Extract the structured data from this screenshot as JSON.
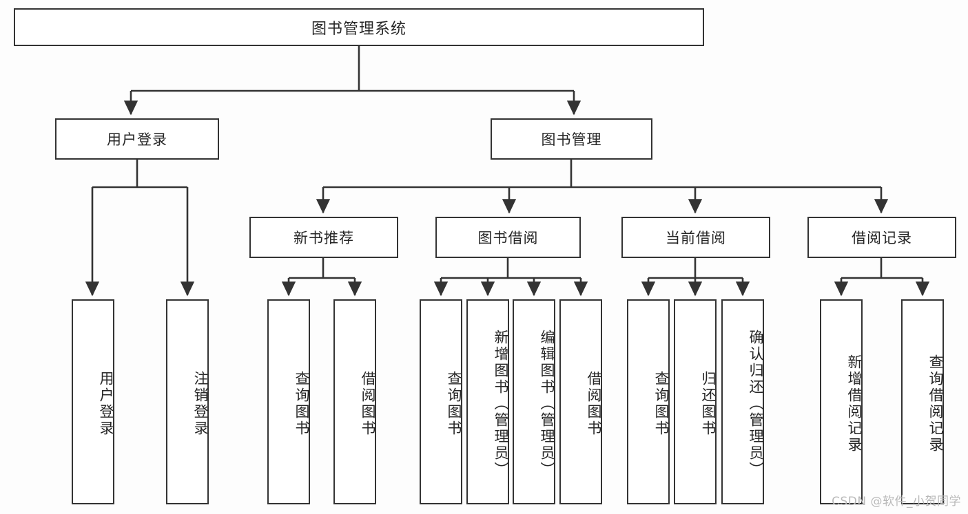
{
  "diagram": {
    "type": "tree-hierarchy-chart",
    "title": "图书管理系统",
    "colors": {
      "background": "#fdfdfd",
      "box_border": "#333333",
      "box_fill": "#ffffff",
      "line": "#333333",
      "text": "#262626",
      "watermark": "#b9b9b9"
    },
    "levels": {
      "level0": [
        {
          "label": "图书管理系统"
        }
      ],
      "level1": [
        {
          "label": "用户登录"
        },
        {
          "label": "图书管理"
        }
      ],
      "level2": [
        {
          "label": "新书推荐"
        },
        {
          "label": "图书借阅"
        },
        {
          "label": "当前借阅"
        },
        {
          "label": "借阅记录"
        }
      ],
      "leaves": [
        {
          "label": "用户登录",
          "parent": "用户登录"
        },
        {
          "label": "注销登录",
          "parent": "用户登录"
        },
        {
          "label": "查询图书",
          "parent": "新书推荐"
        },
        {
          "label": "借阅图书",
          "parent": "新书推荐"
        },
        {
          "label": "查询图书",
          "parent": "图书借阅"
        },
        {
          "label": "新增图书（管理员）",
          "parent": "图书借阅"
        },
        {
          "label": "编辑图书（管理员）",
          "parent": "图书借阅"
        },
        {
          "label": "借阅图书",
          "parent": "图书借阅"
        },
        {
          "label": "查询图书",
          "parent": "当前借阅"
        },
        {
          "label": "归还图书",
          "parent": "当前借阅"
        },
        {
          "label": "确认归还（管理员）",
          "parent": "当前借阅"
        },
        {
          "label": "新增借阅记录",
          "parent": "借阅记录"
        },
        {
          "label": "查询借阅记录",
          "parent": "借阅记录"
        }
      ]
    },
    "watermark": "CSDN @软件_小贺同学"
  }
}
